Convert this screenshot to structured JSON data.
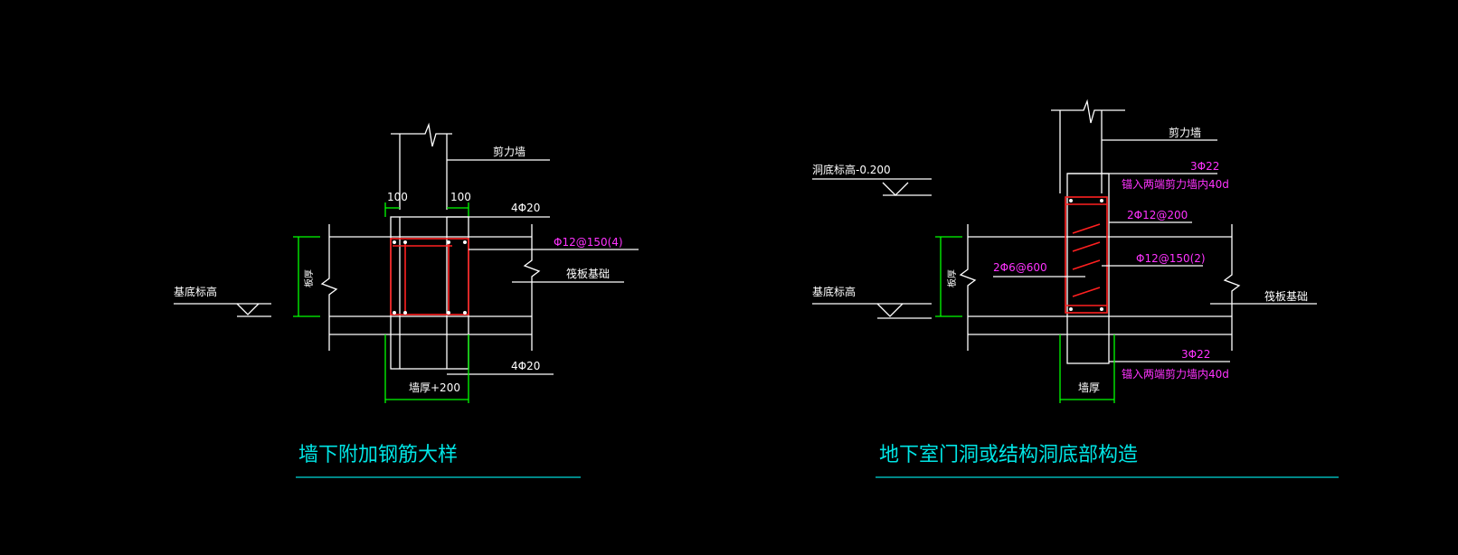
{
  "detail_left": {
    "title": "墙下附加钢筋大样",
    "label_wall": "剪力墙",
    "dim_left": "100",
    "dim_right": "100",
    "top_bars": "4Φ20",
    "stirrups": "Φ12@150(4)",
    "raft": "筏板基础",
    "base_elev": "基底标高",
    "bottom_bars": "4Φ20",
    "bottom_dim": "墙厚+200",
    "vert_dim": "板厚"
  },
  "detail_right": {
    "title": "地下室门洞或结构洞底部构造",
    "label_wall": "剪力墙",
    "opening_elev": "洞底标高-0.200",
    "top_bars": "3Φ22",
    "anchor_top": "锚入两端剪力墙内40d",
    "longit_bars": "2Φ12@200",
    "side_bars": "2Φ6@600",
    "stirrups": "Φ12@150(2)",
    "raft": "筏板基础",
    "base_elev": "基底标高",
    "bottom_bars": "3Φ22",
    "anchor_bottom": "锚入两端剪力墙内40d",
    "bottom_dim": "墙厚",
    "vert_dim": "板厚"
  },
  "colors": {
    "background": "#000000",
    "line": "#ffffff",
    "dimension": "#00ff00",
    "rebar": "#ff2020",
    "annotation": "#ff33ff",
    "title": "#00e5e5"
  }
}
